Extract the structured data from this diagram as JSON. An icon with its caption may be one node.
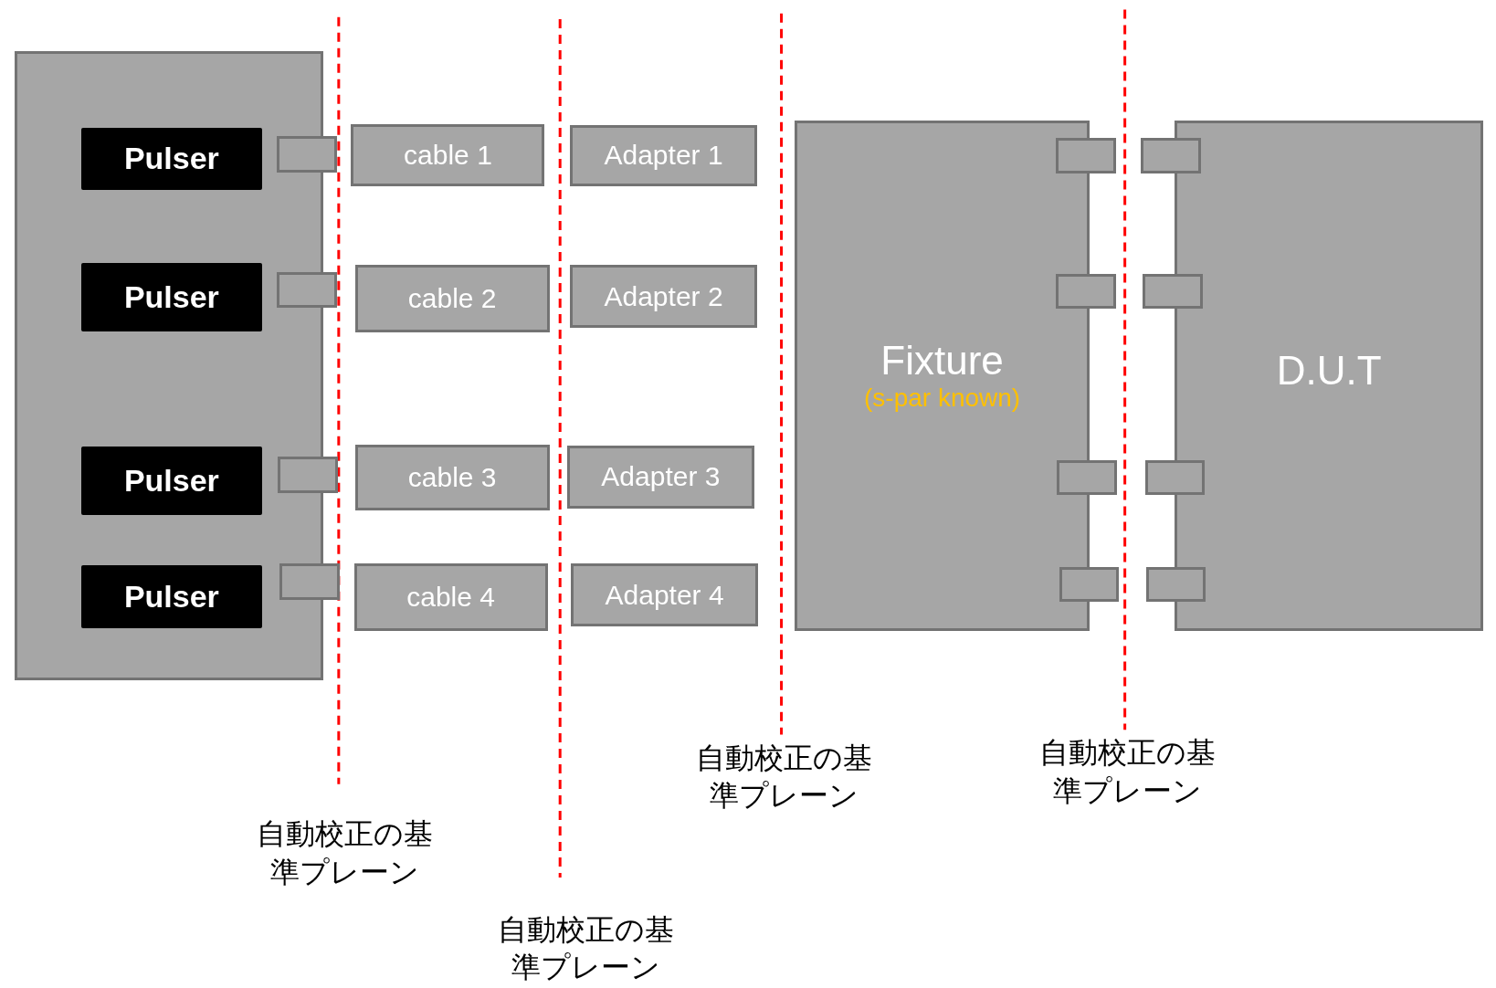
{
  "diagram": {
    "nodes": [
      {
        "text": [],
        "shape": "box"
      },
      {
        "text": [
          "Pulser"
        ],
        "in": 0
      },
      {
        "text": [
          "Pulser"
        ],
        "in": 0
      },
      {
        "text": [
          "Pulser"
        ],
        "in": 0
      },
      {
        "text": [
          "Pulser"
        ],
        "in": 0
      },
      {
        "text": [],
        "shape": "box"
      },
      {
        "text": [],
        "shape": "box"
      },
      {
        "text": [],
        "shape": "box"
      },
      {
        "text": [],
        "shape": "box"
      },
      {
        "text": [
          "cable 1"
        ]
      },
      {
        "text": [
          "cable 2"
        ]
      },
      {
        "text": [
          "cable 3"
        ]
      },
      {
        "text": [
          "cable 4"
        ]
      },
      {
        "text": [
          "Adapter 1"
        ]
      },
      {
        "text": [
          "Adapter 2"
        ]
      },
      {
        "text": [
          "Adapter 3"
        ]
      },
      {
        "text": [
          "Adapter 4"
        ]
      },
      {
        "text": [
          "Fixture",
          "(s-par known)"
        ]
      },
      {
        "text": [],
        "shape": "box"
      },
      {
        "text": [],
        "shape": "box"
      },
      {
        "text": [],
        "shape": "box"
      },
      {
        "text": [],
        "shape": "box"
      },
      {
        "text": [],
        "shape": "box"
      },
      {
        "text": [],
        "shape": "box"
      },
      {
        "text": [],
        "shape": "box"
      },
      {
        "text": [],
        "shape": "box"
      },
      {
        "text": [
          "D.U.T"
        ]
      }
    ],
    "edges": [],
    "labels": [
      "自動校正の基準プレーン",
      "自動校正の基準プレーン",
      "自動校正の基準プレーン",
      "自動校正の基準プレーン"
    ]
  }
}
